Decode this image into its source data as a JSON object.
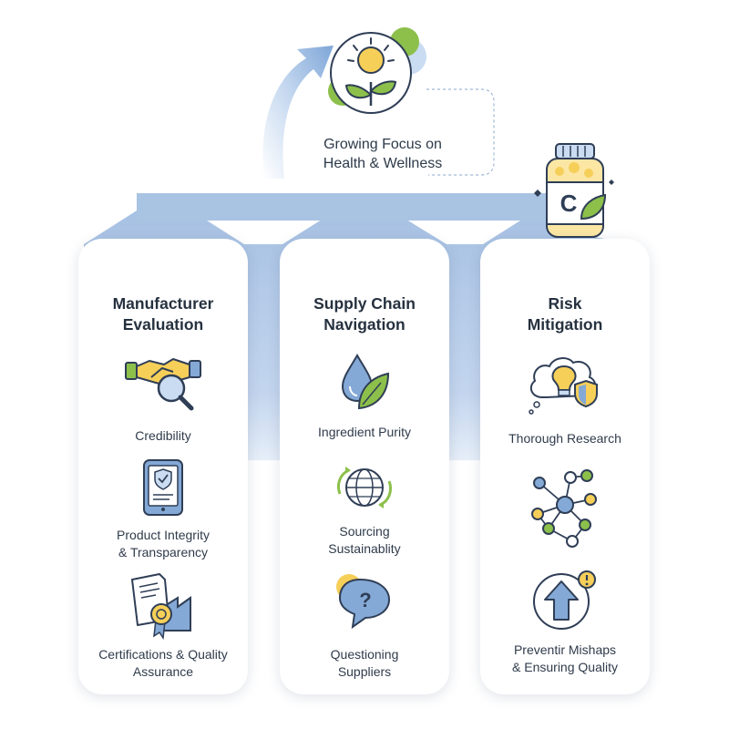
{
  "hub": {
    "label": "Growing Focus on\nHealth & Wellness",
    "icon": "sun-sprout-icon"
  },
  "bottle": {
    "letter": "C",
    "icon": "vitamin-c-bottle-icon"
  },
  "pillars": [
    {
      "title": "Manufacturer\nEvaluation",
      "items": [
        {
          "label": "Credibility",
          "icon": "handshake-magnifier-icon"
        },
        {
          "label": "Product Integrity\n& Transparency",
          "icon": "tablet-shield-icon"
        },
        {
          "label": "Certifications & Quality\nAssurance",
          "icon": "certificate-ribbon-icon"
        }
      ]
    },
    {
      "title": "Supply Chain\nNavigation",
      "items": [
        {
          "label": "Ingredient Purity",
          "icon": "water-drop-leaf-icon"
        },
        {
          "label": "Sourcing\nSustainablity",
          "icon": "globe-arrows-icon"
        },
        {
          "label": "Questioning\nSuppliers",
          "icon": "question-bubble-icon"
        }
      ]
    },
    {
      "title": "Risk\nMitigation",
      "items": [
        {
          "label": "Thorough Research",
          "icon": "lightbulb-shield-icon"
        },
        {
          "label": "",
          "icon": "network-nodes-icon"
        },
        {
          "label": "Preventir Mishaps\n& Ensuring Quality",
          "icon": "up-arrow-circle-icon"
        }
      ]
    }
  ],
  "colors": {
    "ribbon": "#a9c3e3",
    "accent_yellow": "#f6cf59",
    "accent_green": "#8cc04b",
    "accent_blue": "#84a9d6",
    "outline": "#2f3e56"
  }
}
